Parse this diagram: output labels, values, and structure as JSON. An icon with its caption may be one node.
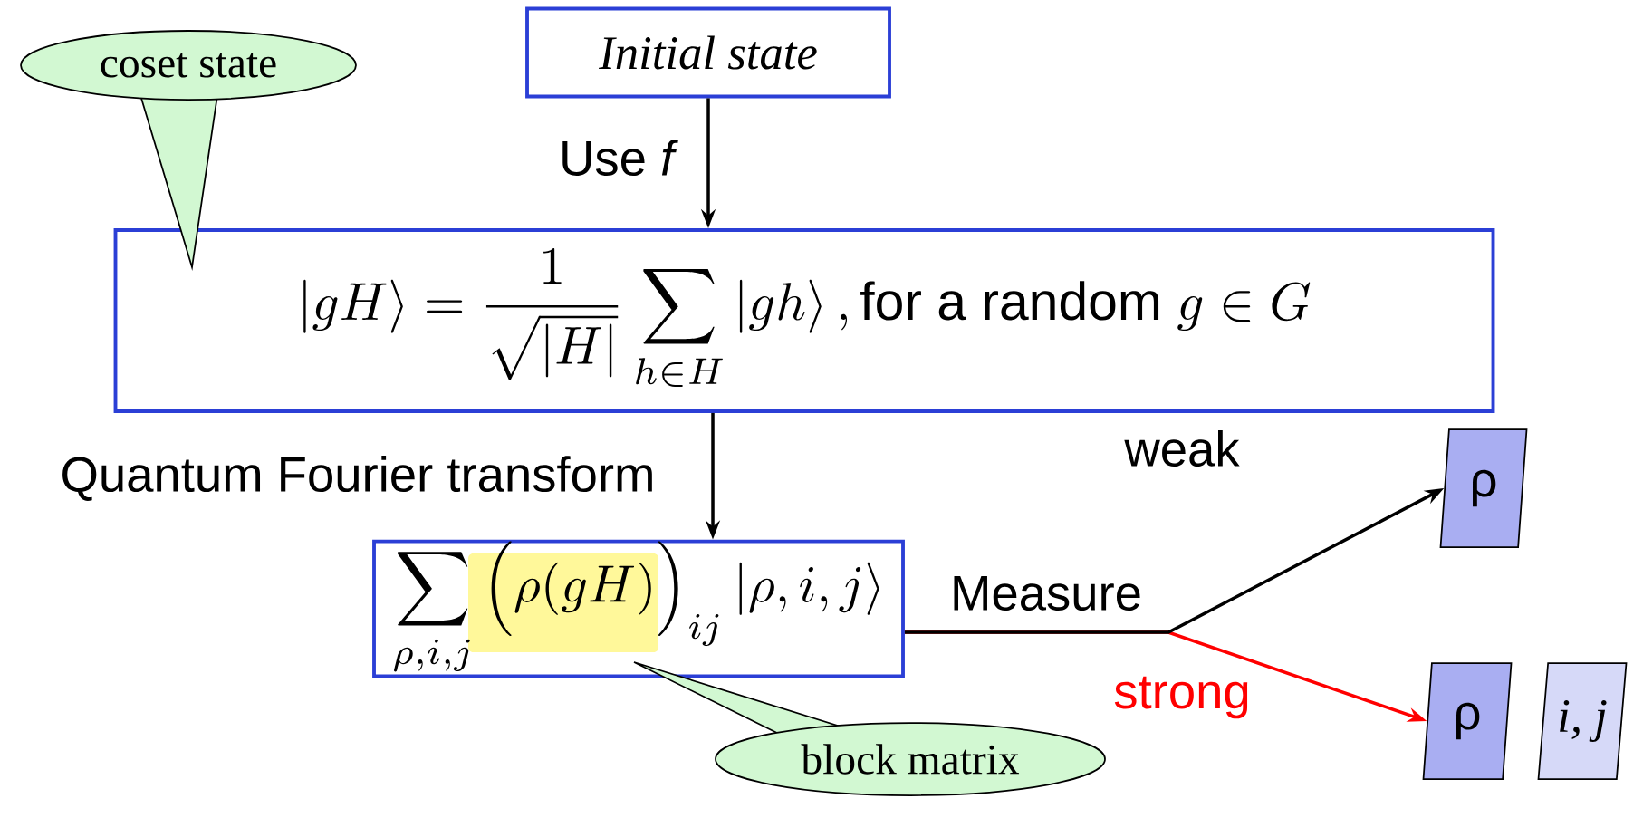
{
  "diagram": {
    "nodes": [
      {
        "text": [
          "*Initial state*"
        ]
      },
      {
        "text": [
          "\\left|gH\\right\\rangle = \\frac{1}{\\sqrt{|H|}}\\sum_{h\\in H}\\left|gh\\right\\rangle, \\text{for a random } g\\in G"
        ]
      },
      {
        "text": [
          "coset state"
        ]
      },
      {
        "text": [
          "\\sum_{\\rho,i,j}\\Big(\\rho(gH)\\Big)_{ij}\\left|\\rho,i,j\\right\\rangle"
        ]
      },
      {
        "text": [
          "block matrix"
        ]
      },
      {
        "text": [
          "ρ"
        ]
      },
      {
        "text": [
          "ρ"
        ]
      },
      {
        "text": [
          "*i, j*"
        ]
      }
    ],
    "edges": [
      {
        "from": 0,
        "to": 1,
        "arrow": "to",
        "label": "Use *f*"
      },
      {
        "from": 1,
        "to": 3,
        "arrow": "to",
        "label": "Quantum Fourier transform"
      },
      {
        "from": 3,
        "to": 5,
        "arrow": "to",
        "label": "weak"
      },
      {
        "from": 3,
        "to": 6,
        "arrow": "to",
        "label": "strong",
        "color": "#ff0000"
      }
    ],
    "labels": [
      "Measure"
    ]
  }
}
